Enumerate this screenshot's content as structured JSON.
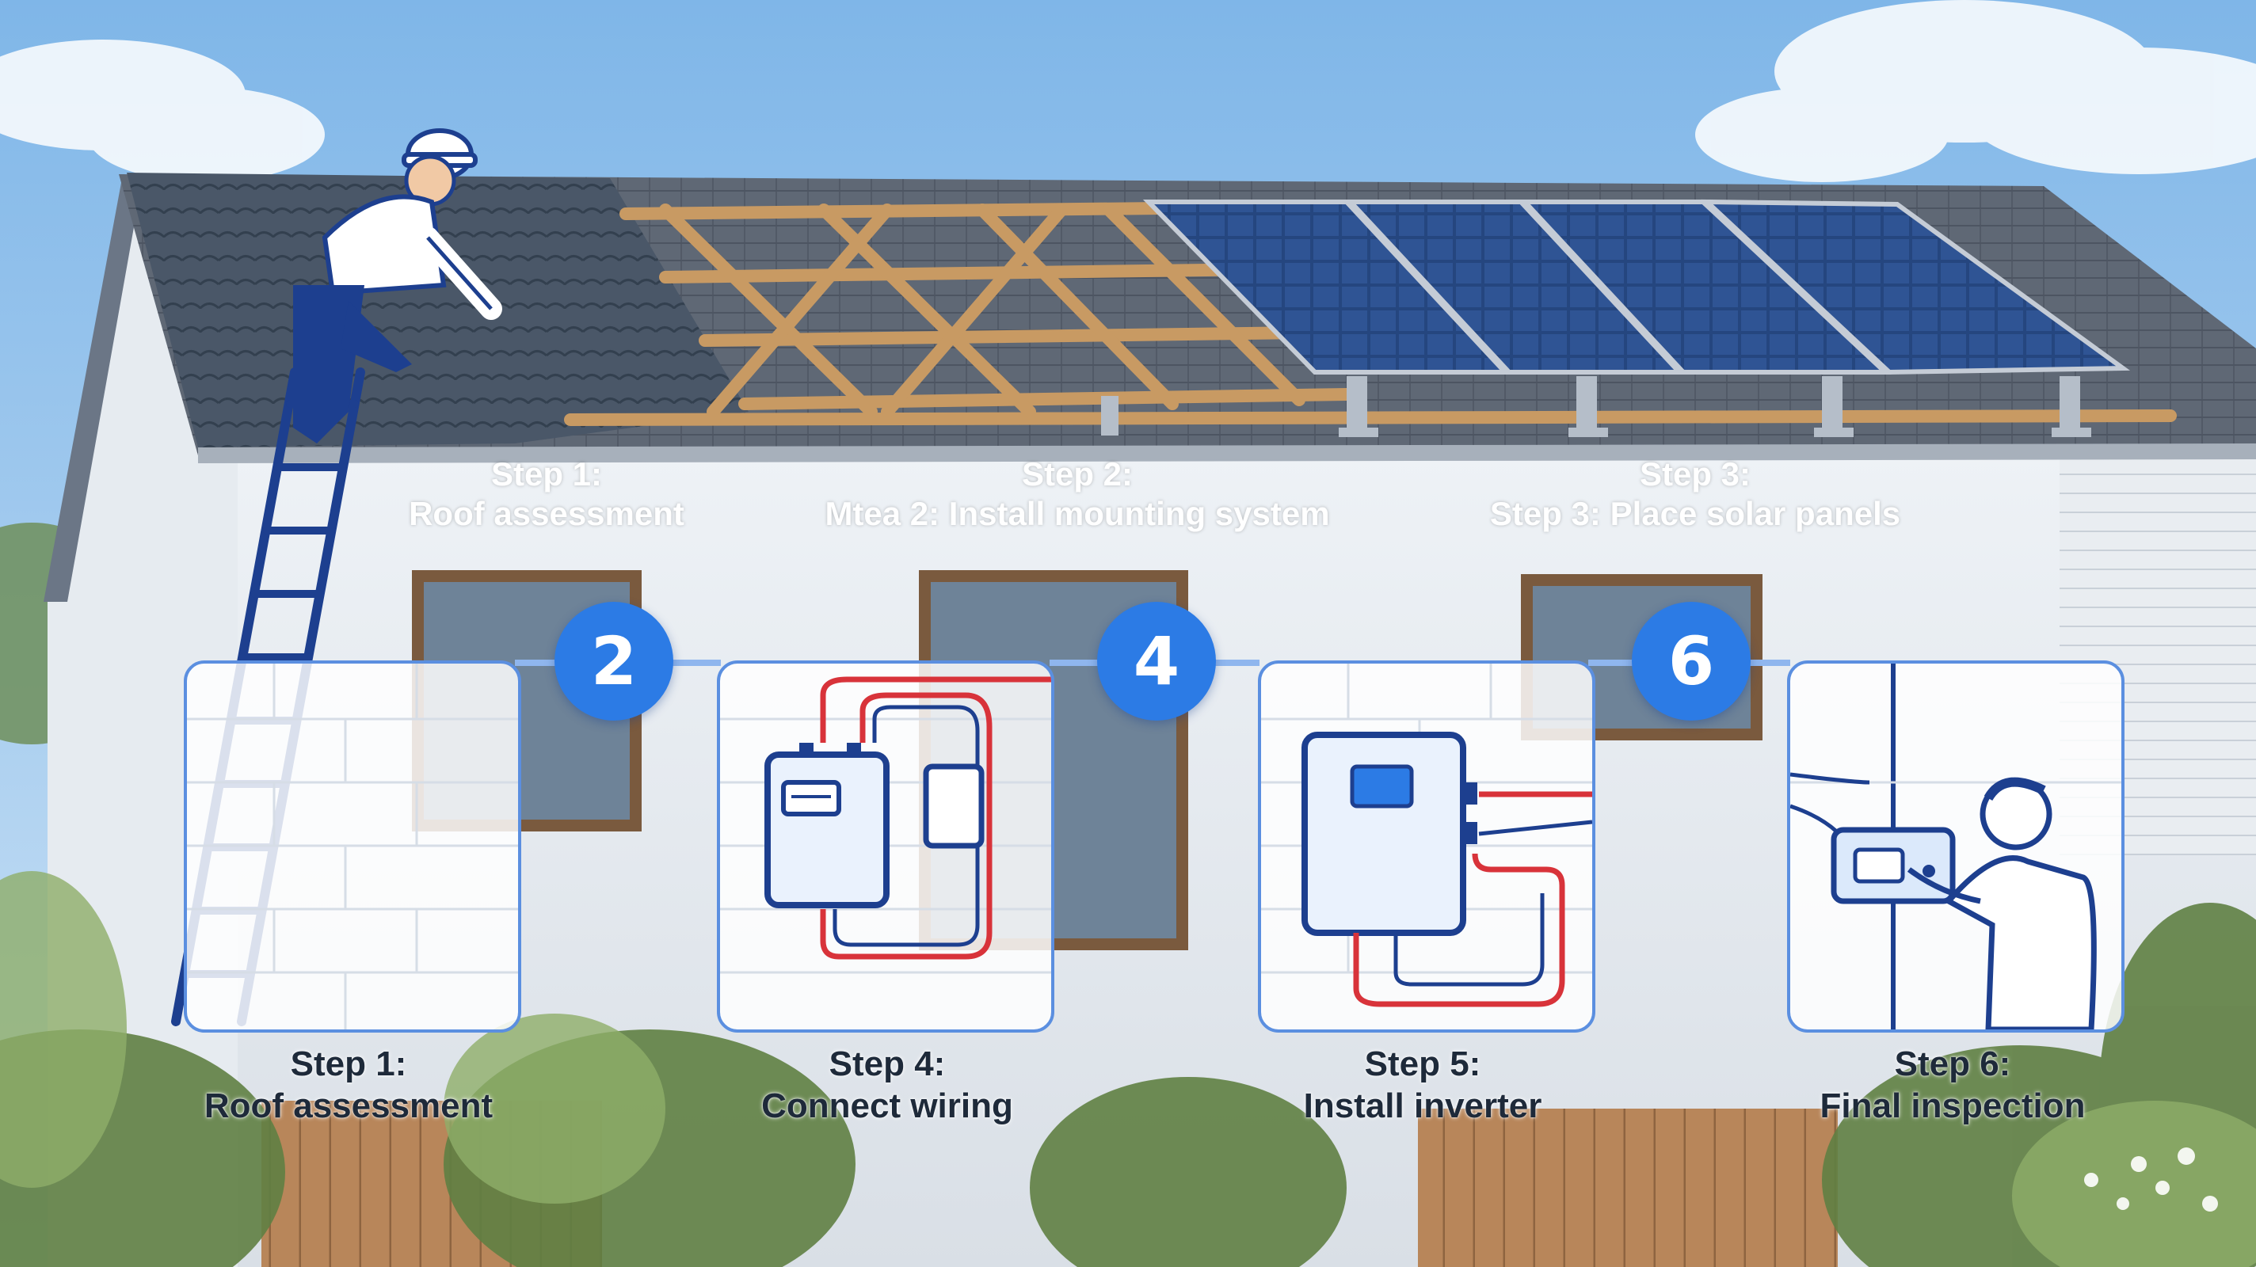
{
  "top_steps": [
    {
      "title": "Step 1:",
      "subtitle": "Roof assessment"
    },
    {
      "title": "Step 2:",
      "subtitle": "Mtea 2: Install mounting system"
    },
    {
      "title": "Step 3:",
      "subtitle": "Step 3: Place solar panels"
    }
  ],
  "badges": [
    "2",
    "4",
    "6"
  ],
  "bottom_steps": [
    {
      "title": "Step 1:",
      "subtitle": "Roof assessment",
      "icon": "brick-wall-icon"
    },
    {
      "title": "Step 4:",
      "subtitle": "Connect wiring",
      "icon": "meter-wiring-icon"
    },
    {
      "title": "Step 5:",
      "subtitle": "Install inverter",
      "icon": "inverter-icon"
    },
    {
      "title": "Step 6:",
      "subtitle": "Final inspection",
      "icon": "inspector-icon"
    }
  ],
  "colors": {
    "accent_blue": "#2c7be5",
    "card_border": "#5b8fe0",
    "wire_red": "#d8333a",
    "line_navy": "#1d3f8f",
    "sky": "#9ec9ef",
    "roof_gray": "#4e5a6b",
    "panel_blue": "#22407a"
  }
}
